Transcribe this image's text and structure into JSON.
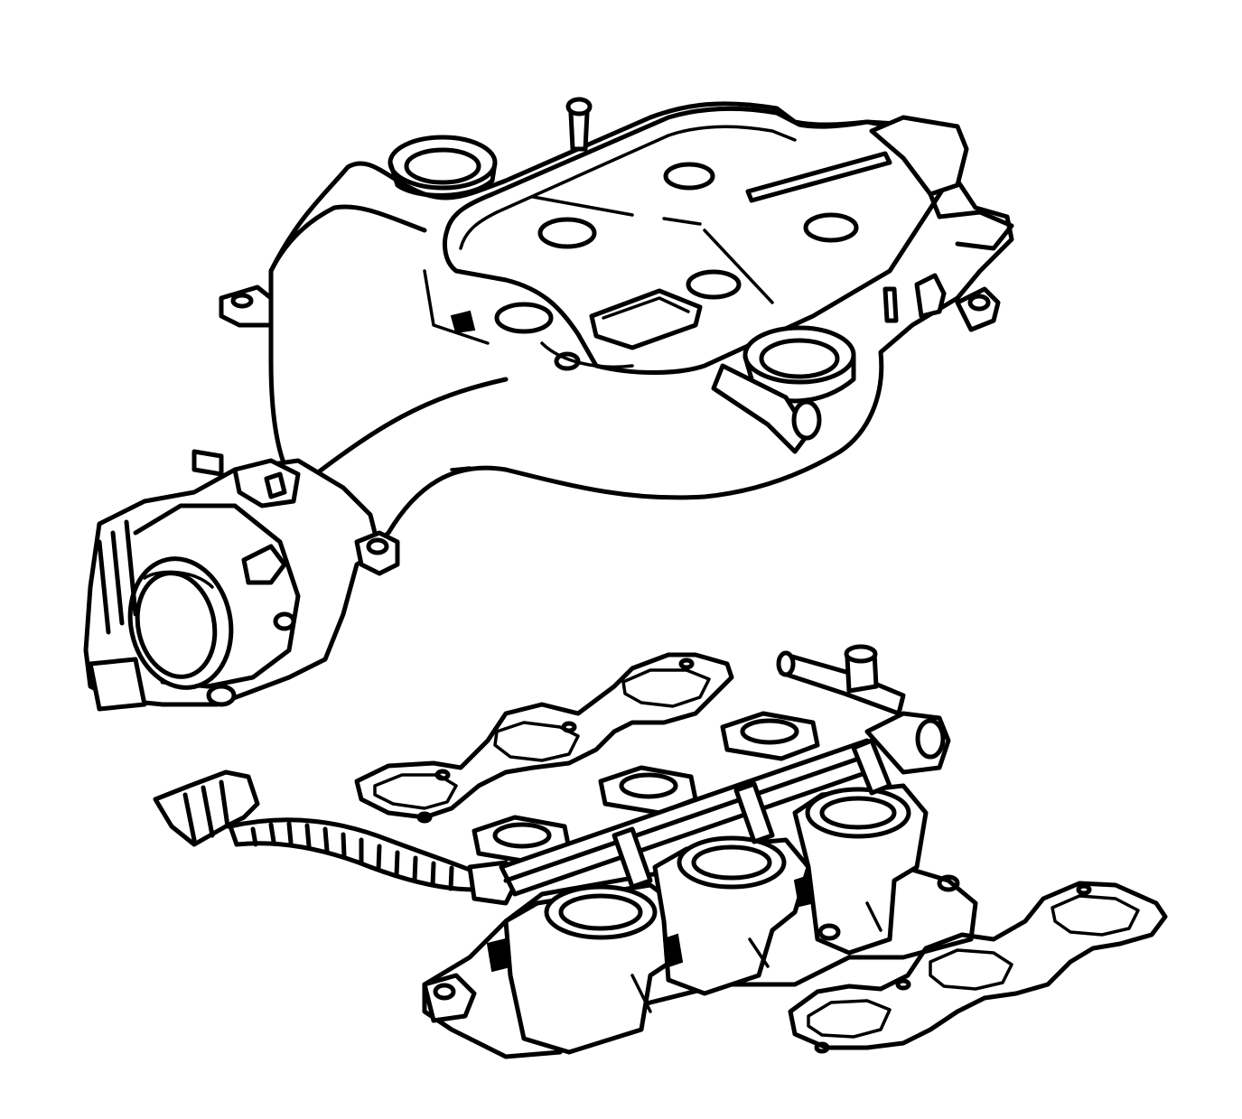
{
  "diagram": {
    "background": "#ffffff",
    "line_color": "#000000",
    "parts": [
      "upper-intake-manifold",
      "throttle-body",
      "lower-intake-manifold",
      "fuel-rail",
      "wiring-harness",
      "lower-manifold-gasket-left",
      "lower-manifold-gasket-right"
    ]
  }
}
